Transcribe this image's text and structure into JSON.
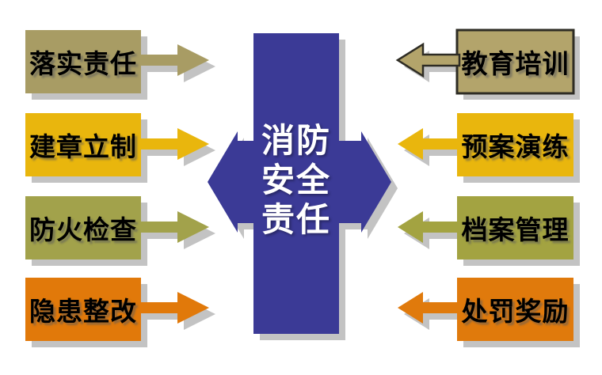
{
  "diagram": {
    "background": "#ffffff",
    "shadow_color": "#c3c3c3",
    "center": {
      "lines": [
        "消防",
        "安全",
        "责任"
      ],
      "fill": "#3b3a96",
      "text_color": "#ffffff"
    },
    "left_items": [
      {
        "label": "落实责任",
        "color": "#a89c64"
      },
      {
        "label": "建章立制",
        "color": "#e9b60d"
      },
      {
        "label": "防火检查",
        "color": "#a2a24b"
      },
      {
        "label": "隐患整改",
        "color": "#e1790a"
      }
    ],
    "right_items": [
      {
        "label": "教育培训",
        "color": "#b3a46b",
        "border_color": "#2e2c24"
      },
      {
        "label": "预案演练",
        "color": "#e9b60d"
      },
      {
        "label": "档案管理",
        "color": "#a3a341"
      },
      {
        "label": "处罚奖励",
        "color": "#e07a0c"
      }
    ],
    "label_text_color": "#000000"
  }
}
